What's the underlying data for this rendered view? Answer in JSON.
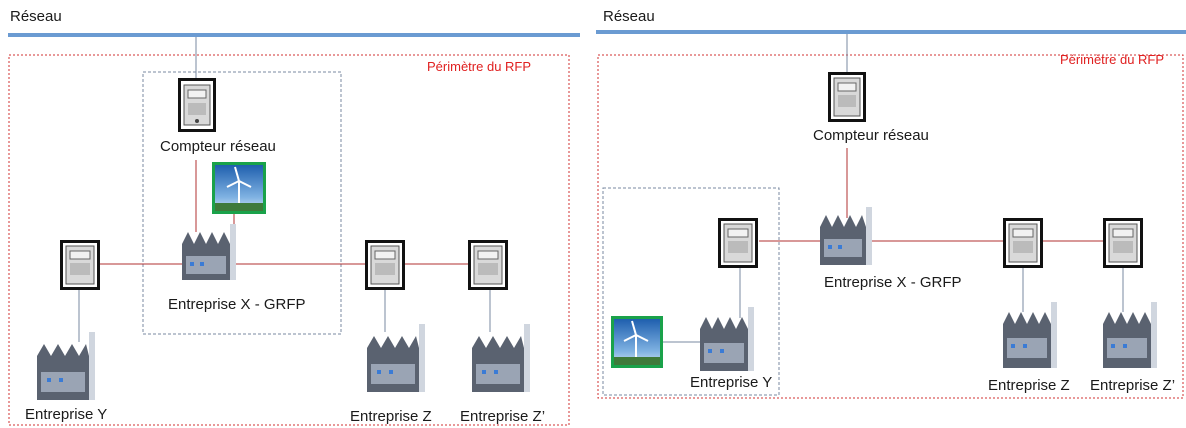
{
  "diagrams": [
    {
      "network_label": "Réseau",
      "perimeter_label": "Périmètre du RFP",
      "grid_meter_label": "Compteur réseau",
      "company_x_label": "Entreprise X - GRFP",
      "company_y_label": "Entreprise Y",
      "company_z_label": "Entreprise Z",
      "company_z_prime_label": "Entreprise Z’"
    },
    {
      "network_label": "Réseau",
      "perimeter_label": "Périmètre du RFP",
      "grid_meter_label": "Compteur réseau",
      "company_x_label": "Entreprise X - GRFP",
      "company_y_label": "Entreprise Y",
      "company_z_label": "Entreprise Z",
      "company_z_prime_label": "Entreprise Z’"
    }
  ],
  "colors": {
    "network_bar": "#6b9bd2",
    "perimeter_border": "#d03030",
    "perimeter_text": "#e02020",
    "connection_line": "#b03030",
    "inner_box_border": "#7a8aa0",
    "wind_frame": "#1aa24a"
  },
  "icons": [
    "electric-meter-icon",
    "factory-icon",
    "wind-turbine-icon"
  ]
}
